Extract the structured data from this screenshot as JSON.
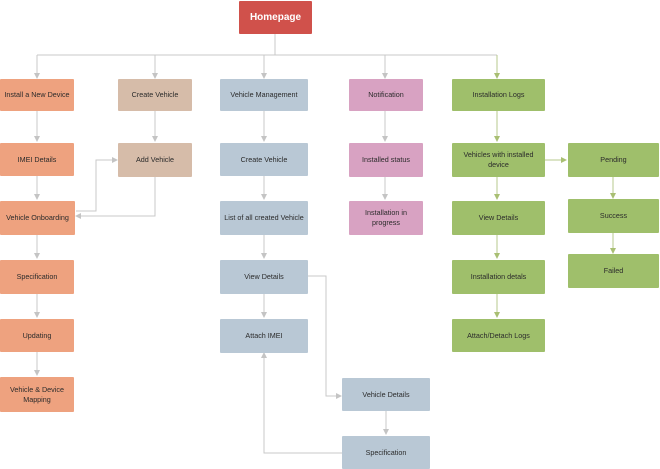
{
  "colors": {
    "root": "#d0514b",
    "orange": "#eea27f",
    "tan": "#d6bca9",
    "steel": "#b9c8d5",
    "pink": "#d8a2c2",
    "green": "#9fbf6b",
    "connector": "#c9c9c9",
    "connector_green": "#b7c98c"
  },
  "homepage": {
    "label": "Homepage"
  },
  "install_device": {
    "header": "Install a New Device",
    "imei_details": "IMEI Details",
    "vehicle_onboarding": "Vehicle Onboarding",
    "specification": "Specification",
    "updating": "Updating",
    "vehicle_device_mapping": "Vehicle & Device Mapping"
  },
  "create_vehicle": {
    "header": "Create Vehicle",
    "add_vehicle": "Add Vehicle"
  },
  "vehicle_management": {
    "header": "Vehicle Management",
    "create_vehicle": "Create Vehicle",
    "list_created": "List of all created Vehicle",
    "view_details": "View Details",
    "attach_imei": "Attach IMEI",
    "vehicle_details": "Vehicle Details",
    "specification": "Specification"
  },
  "notification": {
    "header": "Notification",
    "installed_status": "Installed status",
    "installation_in_progress": "Installation in progress"
  },
  "installation_logs": {
    "header": "Installation Logs",
    "vehicles_with_device": "Vehicles with installed device",
    "view_details": "View Details",
    "installation_details": "Installation detals",
    "attach_detach_logs": "Attach/Detach Logs"
  },
  "status": {
    "pending": "Pending",
    "success": "Success",
    "failed": "Failed"
  }
}
